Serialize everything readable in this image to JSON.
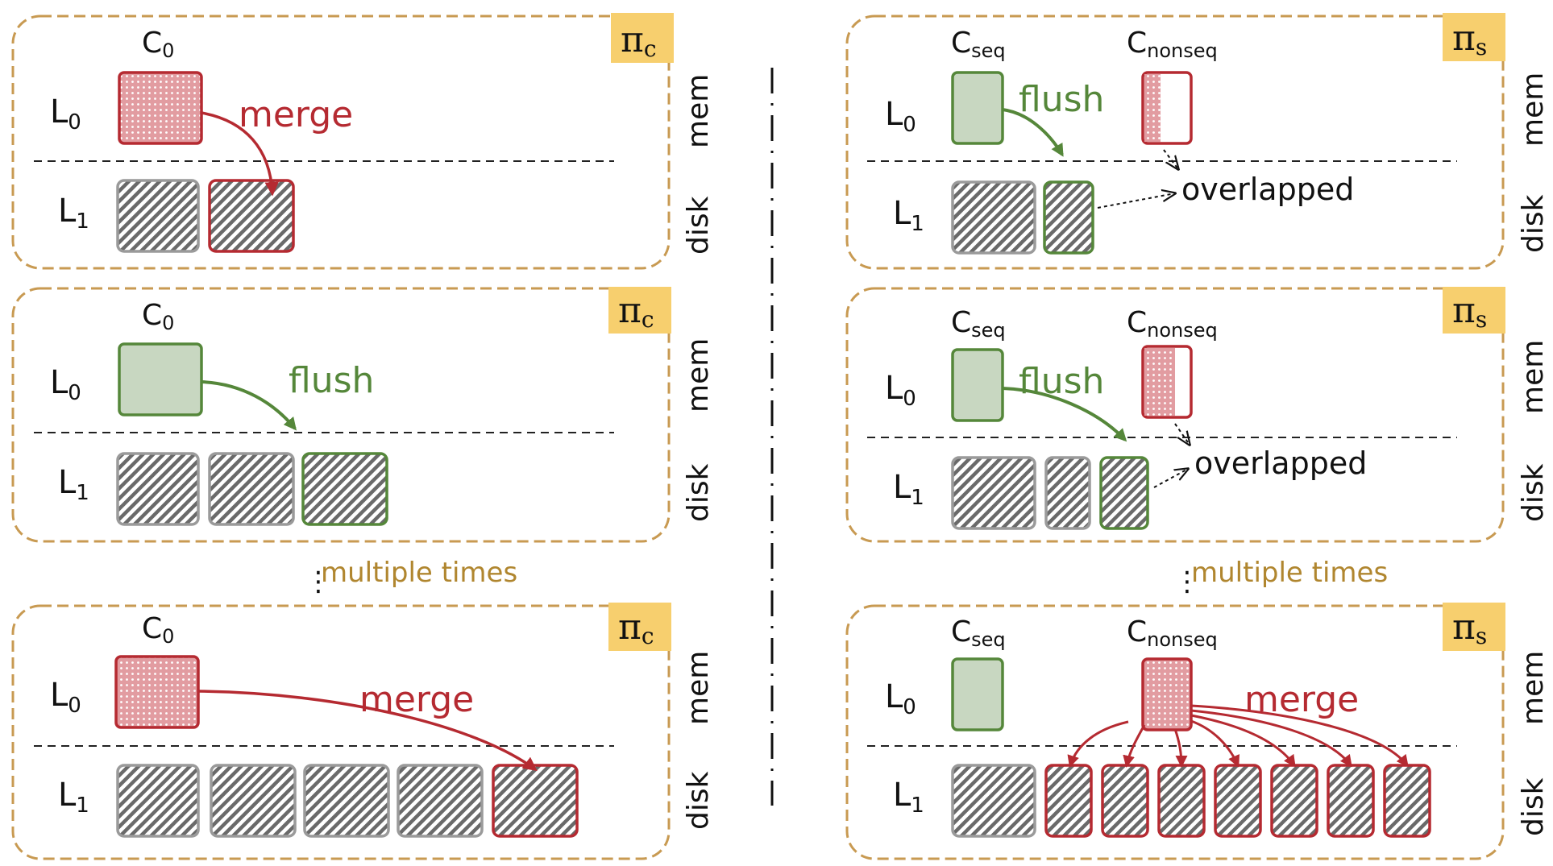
{
  "colors": {
    "frame": "#c89a52",
    "badge": "#f7cf6e",
    "red": "#b52a31",
    "red_fill": "#e6a6aa",
    "green": "#55873a",
    "green_fill": "#c8d7c1",
    "gray": "#999999",
    "gold_text": "#b0862f"
  },
  "labels": {
    "c0_main": "C",
    "c0_sub": "0",
    "cseq_main": "C",
    "cseq_sub": "seq",
    "cnonseq_main": "C",
    "cnonseq_sub": "nonseq",
    "l0_main": "L",
    "l0_sub": "0",
    "l1_main": "L",
    "l1_sub": "1",
    "mem": "mem",
    "disk": "disk",
    "merge": "merge",
    "flush": "flush",
    "overlapped": "overlapped",
    "multiple_times": "multiple times",
    "pi": "π",
    "pi_c_sub": "c",
    "pi_s_sub": "s"
  },
  "panels": [
    {
      "id": "left-1",
      "policy": "pi_c",
      "action": "merge"
    },
    {
      "id": "left-2",
      "policy": "pi_c",
      "action": "flush"
    },
    {
      "id": "left-3",
      "policy": "pi_c",
      "action": "merge"
    },
    {
      "id": "right-1",
      "policy": "pi_s",
      "action": "flush",
      "note": "overlapped"
    },
    {
      "id": "right-2",
      "policy": "pi_s",
      "action": "flush",
      "note": "overlapped"
    },
    {
      "id": "right-3",
      "policy": "pi_s",
      "action": "merge"
    }
  ]
}
